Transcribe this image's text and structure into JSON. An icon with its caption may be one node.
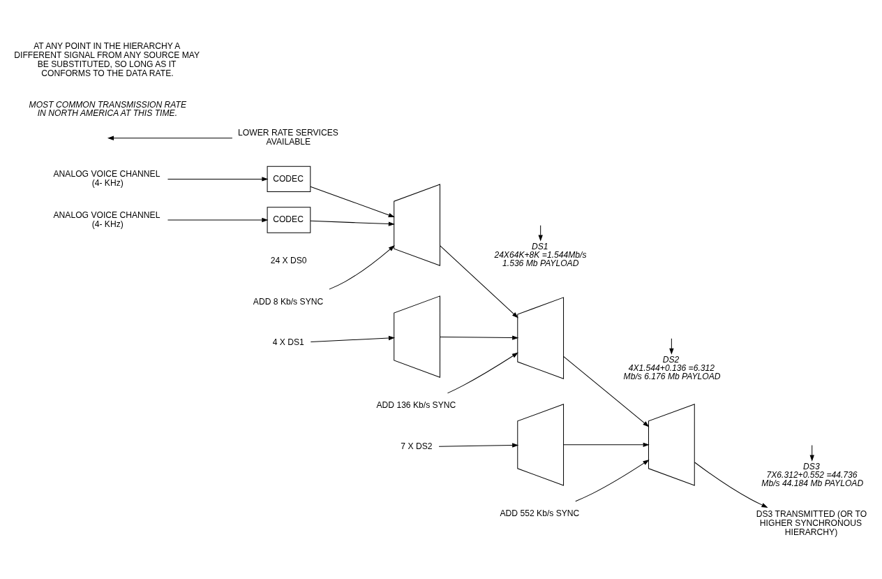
{
  "diagram": {
    "nodes": [
      {
        "text": [
          "ANALOG VOICE CHANNEL (4- KHz)"
        ]
      },
      {
        "text": [
          "CODEC"
        ]
      },
      {
        "text": [
          "LOWER RATE SERVICES AVAILABLE"
        ]
      },
      {
        "text": [
          "ANALOG VOICE CHANNEL (4- KHz)"
        ]
      },
      {
        "text": [
          "CODEC"
        ],
        "beside": [
          "24 X DS0"
        ]
      },
      {
        "text": [],
        "shape": "trapezoid"
      },
      {
        "text": [
          "ADD 8 Kb/s SYNC"
        ]
      },
      {
        "text": [
          "DS1",
          "24X64K+8K =1.544Mb/s 1.536 Mb PAYLOAD"
        ]
      },
      {
        "text": [],
        "shape": "trapezoid"
      },
      {
        "text": [
          "4 X DS1"
        ]
      },
      {
        "text": [],
        "shape": "trapezoid"
      },
      {
        "text": [
          "ADD 136 Kb/s SYNC"
        ]
      },
      {
        "text": [
          "DS2",
          "4X1.544+0.136 =6.312 Mb/s 6.176 Mb PAYLOAD"
        ]
      },
      {
        "text": [],
        "shape": "trapezoid"
      },
      {
        "text": [
          "7 X DS2"
        ]
      },
      {
        "text": [],
        "shape": "trapezoid"
      },
      {
        "text": [
          "ADD 552 Kb/s SYNC"
        ]
      },
      {
        "text": [
          "DS3",
          "7X6.312+0.552 =44.736 Mb/s 44.184 Mb PAYLOAD"
        ]
      },
      {
        "text": [
          "DS3 TRANSMITTED (OR TO HIGHER SYNCHRONOUS HIERARCHY)"
        ]
      }
    ],
    "edges": [
      {
        "from": 0,
        "to": 1,
        "arrow": "to"
      },
      {
        "from": 3,
        "to": 4,
        "arrow": "to"
      },
      {
        "from": 1,
        "to": 5,
        "arrow": "to"
      },
      {
        "from": 4,
        "to": 5,
        "arrow": "to"
      },
      {
        "from": 2,
        "to": null,
        "arrow": "to"
      },
      {
        "from": 6,
        "to": 5,
        "arrow": "to"
      },
      {
        "from": 5,
        "to": 10,
        "arrow": "to"
      },
      {
        "from": null,
        "to": 7,
        "arrow": "to"
      },
      {
        "from": 9,
        "to": 8,
        "arrow": "to"
      },
      {
        "from": 8,
        "to": 10,
        "arrow": "to"
      },
      {
        "from": 11,
        "to": 10,
        "arrow": "to"
      },
      {
        "from": 10,
        "to": 15,
        "arrow": "to"
      },
      {
        "from": null,
        "to": 12,
        "arrow": "to"
      },
      {
        "from": 14,
        "to": 13,
        "arrow": "to"
      },
      {
        "from": 13,
        "to": 15,
        "arrow": "to"
      },
      {
        "from": 16,
        "to": 15,
        "arrow": "to"
      },
      {
        "from": 15,
        "to": 18,
        "arrow": "to"
      },
      {
        "from": null,
        "to": 17,
        "arrow": "to"
      }
    ],
    "labels": [
      "MOST COMMON TRANSMISSION RATE IN NORTH AMERICA AT THIS TIME.",
      "AT ANY POINT IN THE HIERARCHY A DIFFERENT SIGNAL FROM ANY SOURCE MAY BE SUBSTITUTED, SO LONG AS IT CONFORMS TO THE DATA RATE."
    ]
  }
}
